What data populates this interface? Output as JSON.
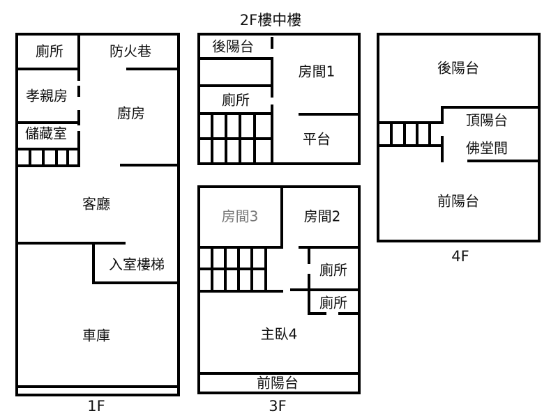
{
  "floors": {
    "f1": {
      "label": "1F",
      "rooms": {
        "toilet": "廁所",
        "fire_lane": "防火巷",
        "elder_room": "孝親房",
        "kitchen": "廚房",
        "storage": "儲藏室",
        "living_room": "客廳",
        "indoor_stairs": "入室樓梯",
        "garage": "車庫"
      }
    },
    "f2": {
      "label": "2F樓中樓",
      "rooms": {
        "back_balcony": "後陽台",
        "bedroom1": "房間1",
        "toilet": "廁所",
        "platform": "平台"
      }
    },
    "f3": {
      "label": "3F",
      "rooms": {
        "bedroom3": "房間3",
        "bedroom2": "房間2",
        "toilet_a": "廁所",
        "toilet_b": "廁所",
        "master": "主臥4",
        "front_balcony": "前陽台"
      }
    },
    "f4": {
      "label": "4F",
      "rooms": {
        "back_balcony": "後陽台",
        "roof_balcony": "頂陽台",
        "buddha_room": "佛堂間",
        "front_balcony": "前陽台"
      }
    }
  },
  "colors": {
    "walls": "#000000",
    "background": "#ffffff",
    "watermark_label": "#777777"
  }
}
